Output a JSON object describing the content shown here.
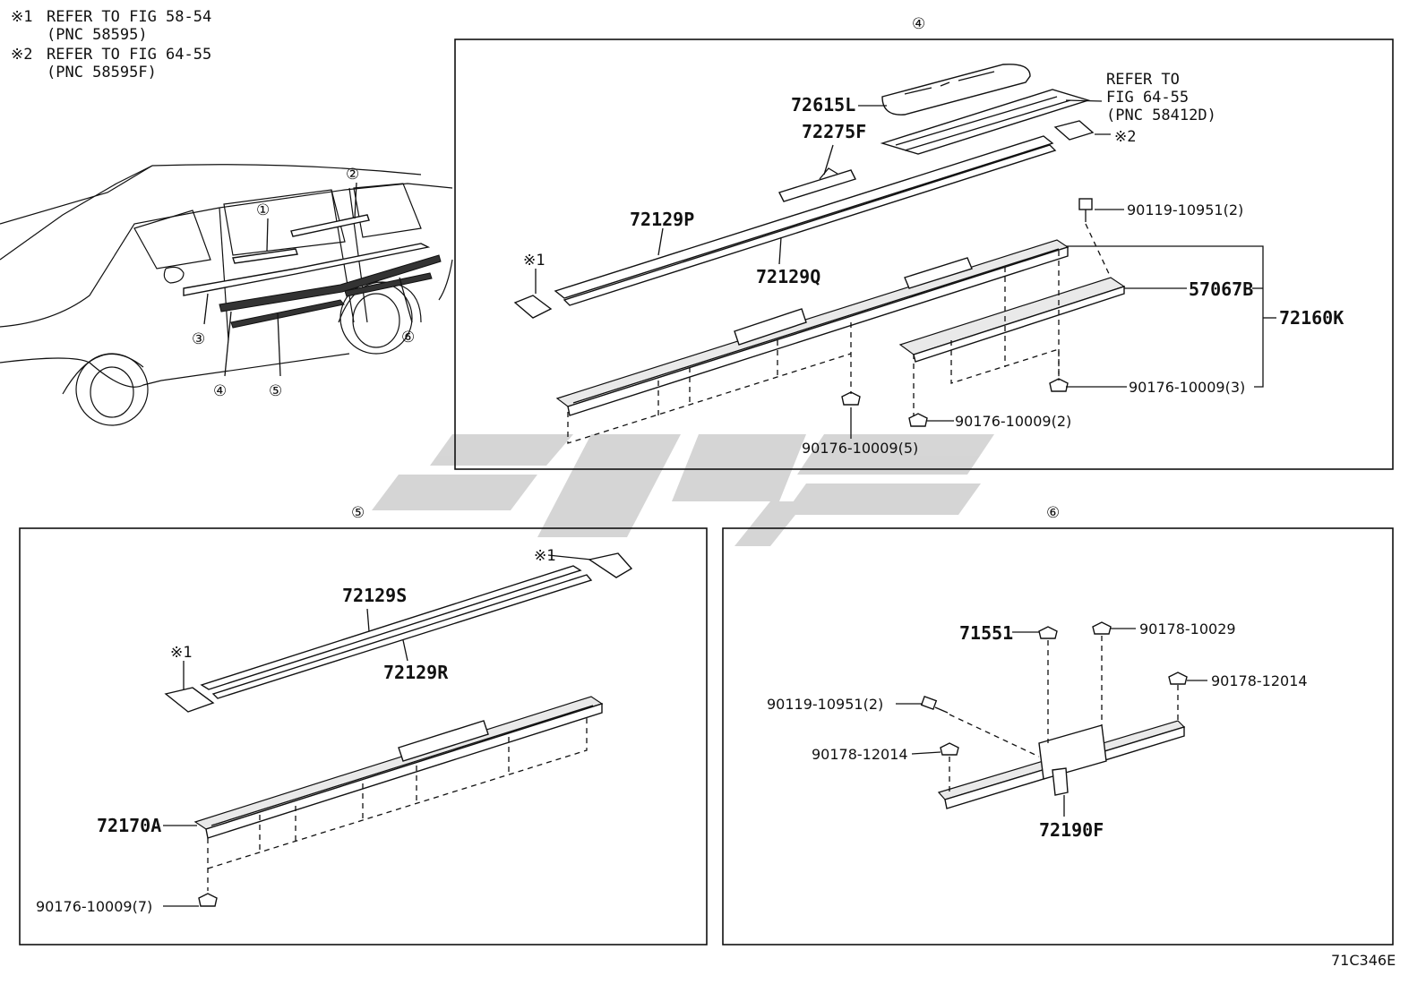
{
  "notes": [
    {
      "mark": "※1",
      "line1": "REFER TO FIG 58-54",
      "line2": "(PNC 58595)"
    },
    {
      "mark": "※2",
      "line1": "REFER TO FIG 64-55",
      "line2": "(PNC 58595F)"
    }
  ],
  "overview": {
    "callouts": [
      "①",
      "②",
      "③",
      "④",
      "⑤",
      "⑥"
    ]
  },
  "panel4": {
    "header": "④",
    "refer": {
      "line1": "REFER TO",
      "line2": "FIG 64-55",
      "line3": "(PNC 58412D)"
    },
    "parts": {
      "p72615L": "72615L",
      "p72275F": "72275F",
      "p72129P": "72129P",
      "p72129Q": "72129Q",
      "p57067B": "57067B",
      "p72160K": "72160K",
      "ref1": "※1",
      "ref2": "※2",
      "b1": "90119-10951(2)",
      "c3": "90176-10009(3)",
      "c2": "90176-10009(2)",
      "c5": "90176-10009(5)"
    }
  },
  "panel5": {
    "header": "⑤",
    "parts": {
      "p72129S": "72129S",
      "p72129R": "72129R",
      "p72170A": "72170A",
      "ref1a": "※1",
      "ref1b": "※1",
      "c7": "90176-10009(7)"
    }
  },
  "panel6": {
    "header": "⑥",
    "parts": {
      "p71551": "71551",
      "p72190F": "72190F",
      "n29": "90178-10029",
      "n14a": "90178-12014",
      "n14b": "90178-12014",
      "b2": "90119-10951(2)"
    }
  },
  "footer_code": "71C346E"
}
